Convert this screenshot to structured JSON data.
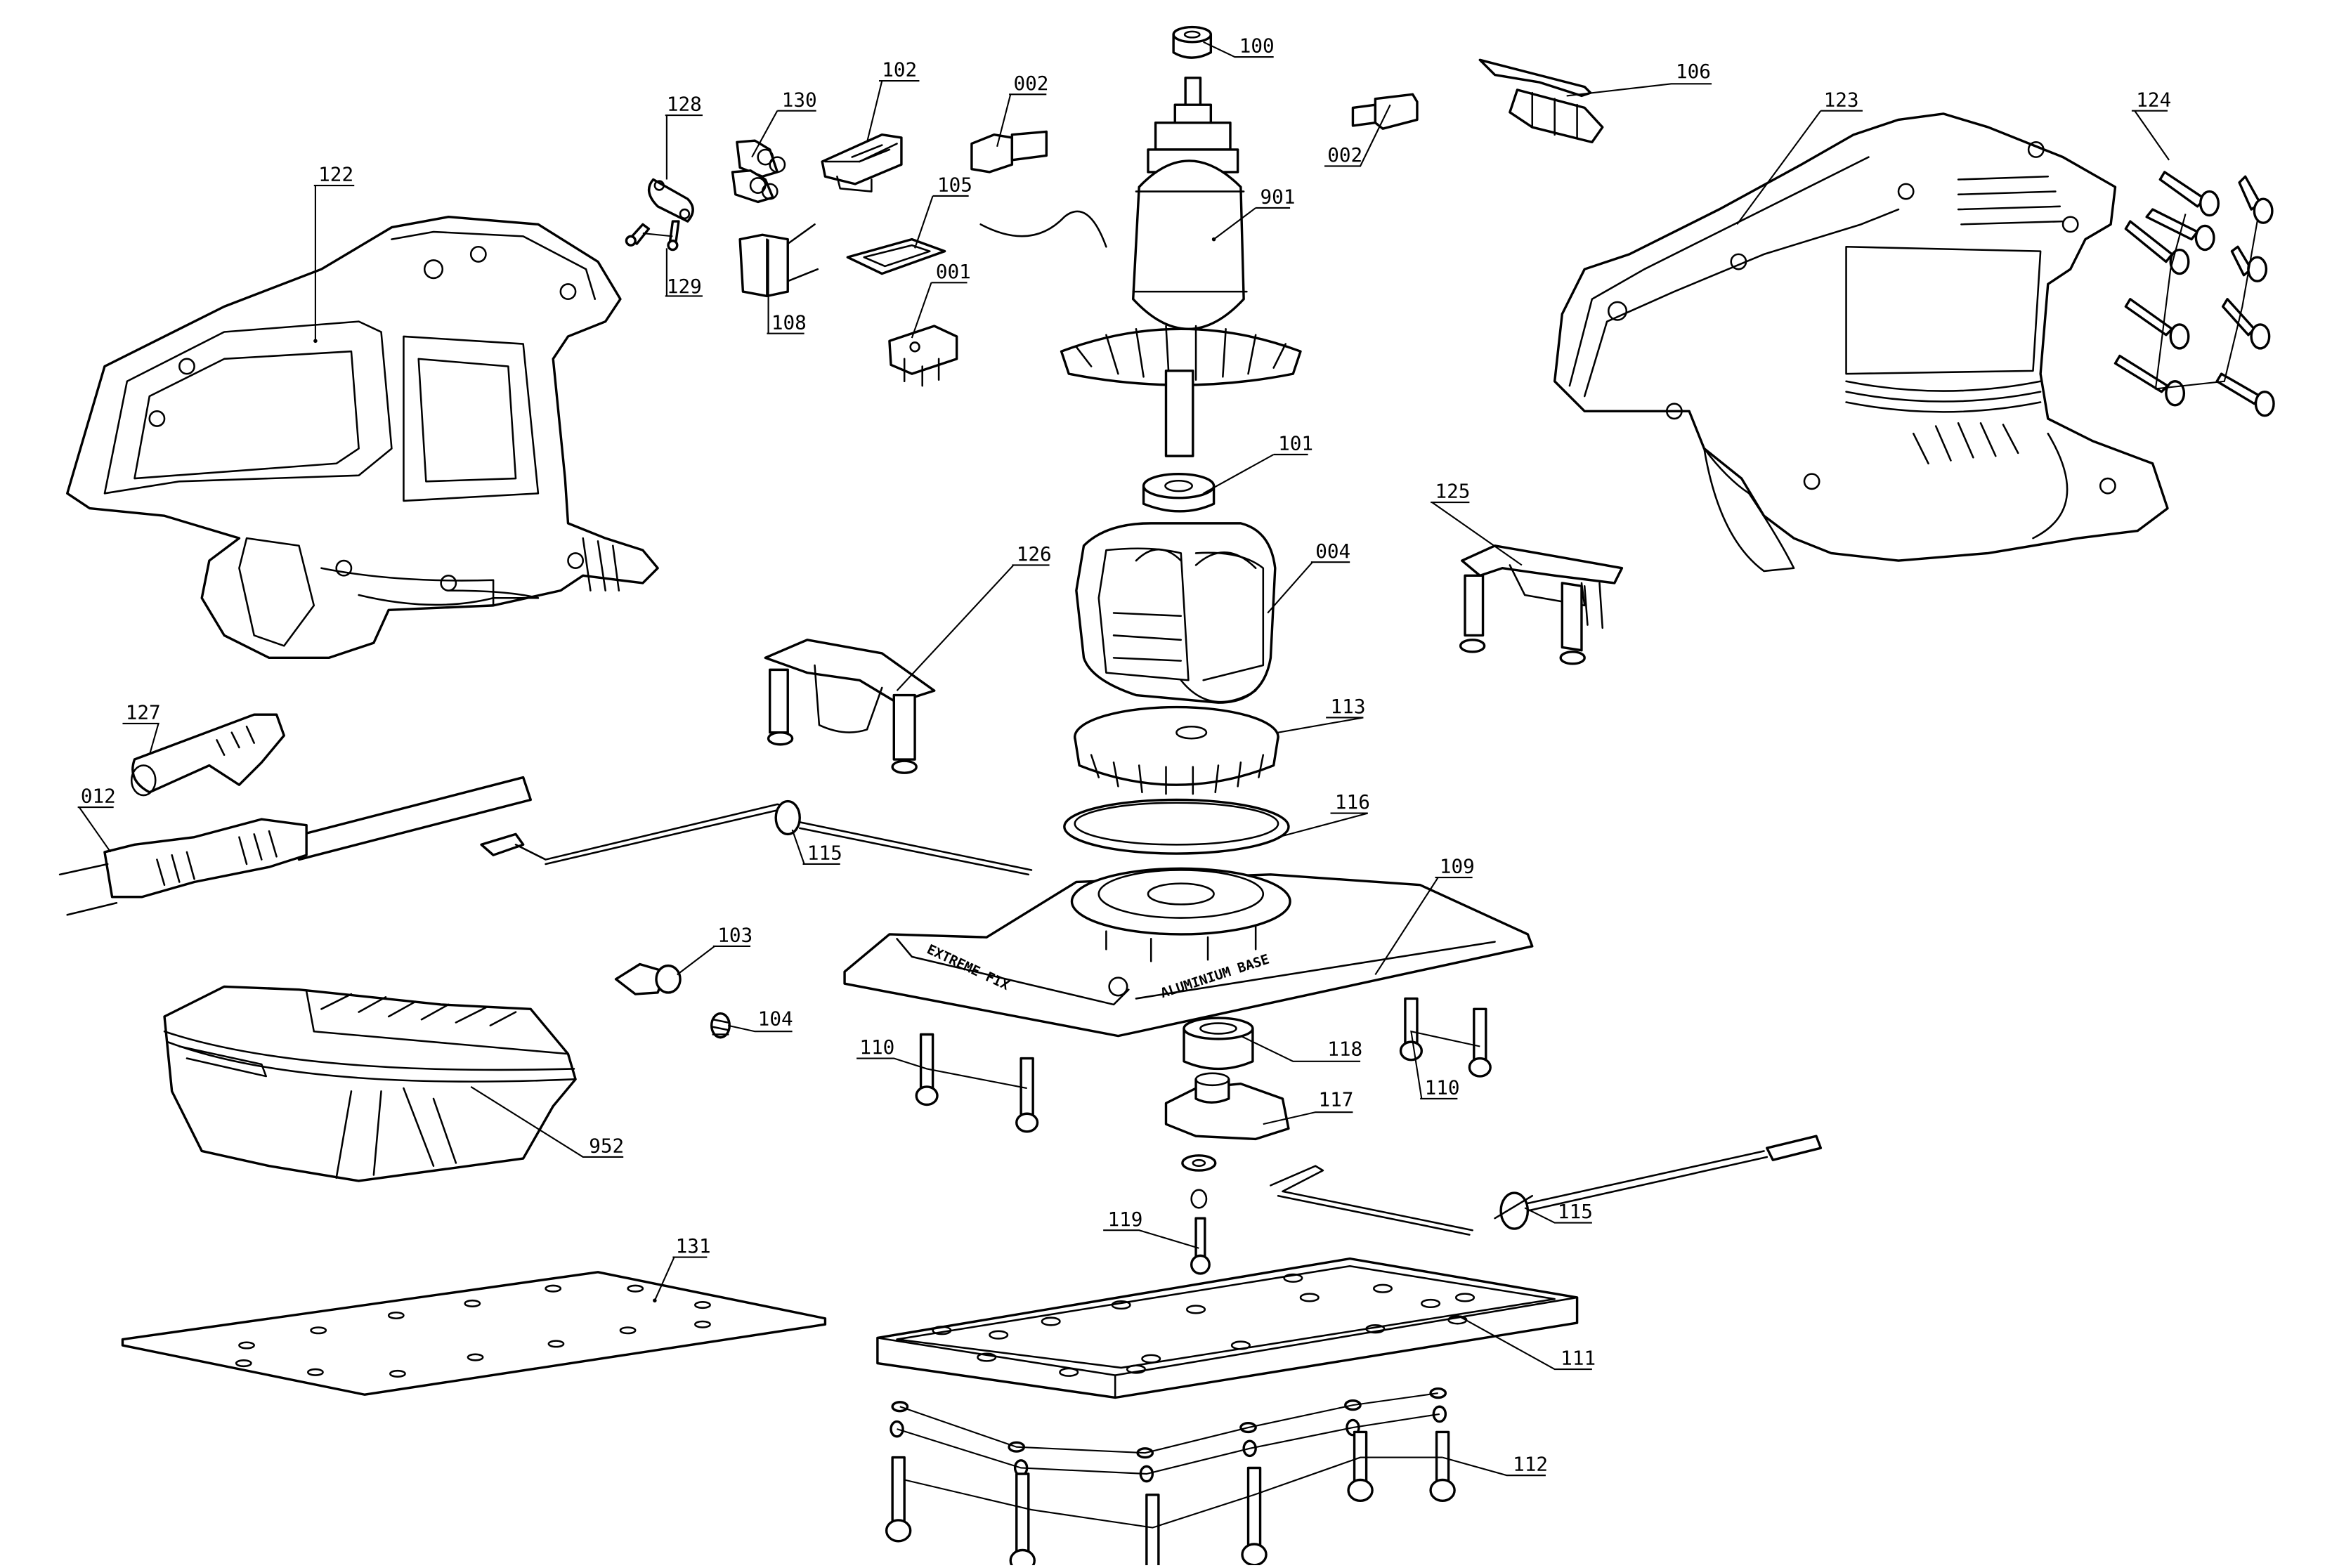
{
  "diagram": {
    "type": "exploded parts diagram",
    "base_markings": {
      "extreme_fix": "EXTREME FIX",
      "aluminium_base": "ALUMINIUM BASE"
    },
    "callouts": [
      {
        "id": "c100",
        "label": "100"
      },
      {
        "id": "c102",
        "label": "102"
      },
      {
        "id": "c002a",
        "label": "002"
      },
      {
        "id": "c128",
        "label": "128"
      },
      {
        "id": "c130",
        "label": "130"
      },
      {
        "id": "c105",
        "label": "105"
      },
      {
        "id": "c129",
        "label": "129"
      },
      {
        "id": "c108",
        "label": "108"
      },
      {
        "id": "c001",
        "label": "001"
      },
      {
        "id": "c901",
        "label": "901"
      },
      {
        "id": "c002b",
        "label": "002"
      },
      {
        "id": "c106",
        "label": "106"
      },
      {
        "id": "c123",
        "label": "123"
      },
      {
        "id": "c124",
        "label": "124"
      },
      {
        "id": "c122",
        "label": "122"
      },
      {
        "id": "c101",
        "label": "101"
      },
      {
        "id": "c125",
        "label": "125"
      },
      {
        "id": "c126",
        "label": "126"
      },
      {
        "id": "c004",
        "label": "004"
      },
      {
        "id": "c113",
        "label": "113"
      },
      {
        "id": "c127",
        "label": "127"
      },
      {
        "id": "c012",
        "label": "012"
      },
      {
        "id": "c116",
        "label": "116"
      },
      {
        "id": "c115a",
        "label": "115"
      },
      {
        "id": "c109",
        "label": "109"
      },
      {
        "id": "c103",
        "label": "103"
      },
      {
        "id": "c104",
        "label": "104"
      },
      {
        "id": "c118",
        "label": "118"
      },
      {
        "id": "c110a",
        "label": "110"
      },
      {
        "id": "c110b",
        "label": "110"
      },
      {
        "id": "c117",
        "label": "117"
      },
      {
        "id": "c952",
        "label": "952"
      },
      {
        "id": "c119",
        "label": "119"
      },
      {
        "id": "c115b",
        "label": "115"
      },
      {
        "id": "c131",
        "label": "131"
      },
      {
        "id": "c111",
        "label": "111"
      },
      {
        "id": "c112",
        "label": "112"
      }
    ]
  }
}
